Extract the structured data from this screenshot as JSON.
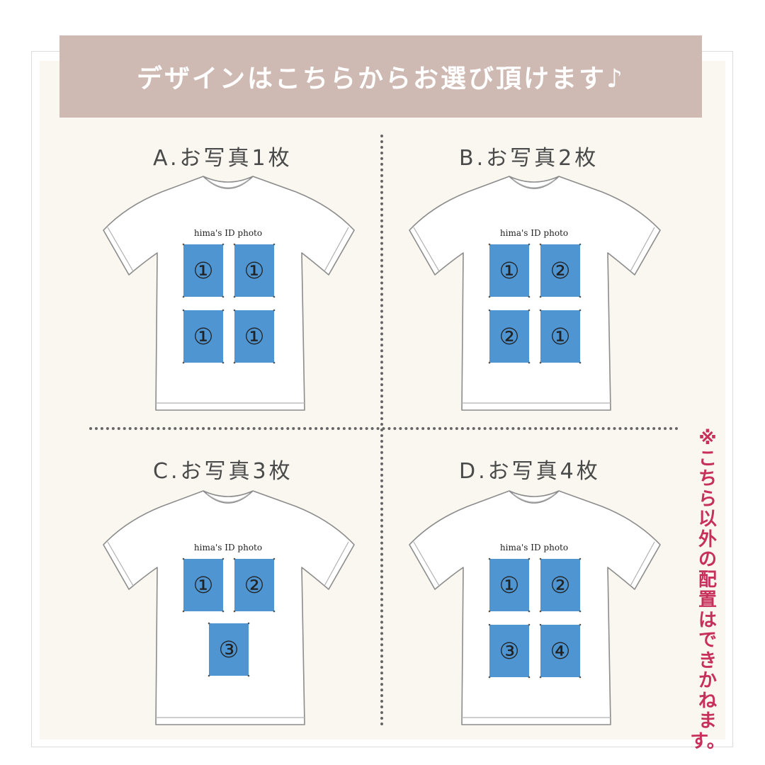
{
  "banner": {
    "title": "デザインはこちらからお選び頂けます♪"
  },
  "note": "※こちら以外の配置はできかねます。",
  "photo_label": "hima's ID photo",
  "options": [
    {
      "label": "A.お写真1枚",
      "numbers": [
        "①",
        "①",
        "①",
        "①"
      ]
    },
    {
      "label": "B.お写真2枚",
      "numbers": [
        "①",
        "②",
        "②",
        "①"
      ]
    },
    {
      "label": "C.お写真3枚",
      "numbers": [
        "①",
        "②",
        "③"
      ]
    },
    {
      "label": "D.お写真4枚",
      "numbers": [
        "①",
        "②",
        "③",
        "④"
      ]
    }
  ],
  "colors": {
    "banner": "#cfb9b3",
    "background": "#f9f7ef",
    "photo": "#4e95d2",
    "note": "#c8305c"
  }
}
